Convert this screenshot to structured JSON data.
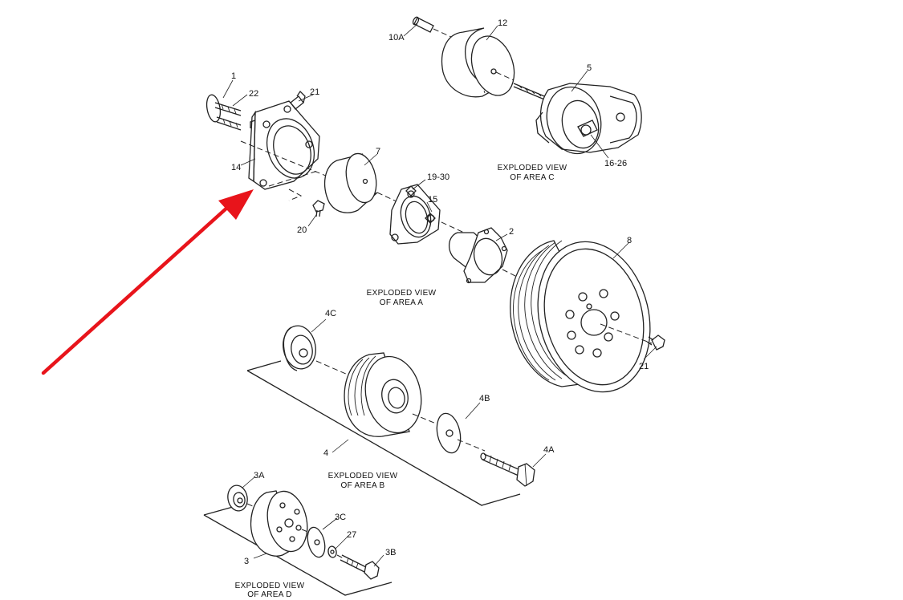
{
  "callouts": {
    "c10a": "10A",
    "c12": "12",
    "c5": "5",
    "c1626": "16-26",
    "c1": "1",
    "c22": "22",
    "c21a": "21",
    "c14": "14",
    "c7": "7",
    "c1930": "19-30",
    "c15": "15",
    "c20": "20",
    "c2": "2",
    "c8": "8",
    "c21b": "21",
    "c4c": "4C",
    "c4b": "4B",
    "c4": "4",
    "c4a": "4A",
    "c3a": "3A",
    "c3c": "3C",
    "c27": "27",
    "c3": "3",
    "c3b": "3B"
  },
  "captions": {
    "area_c": [
      "EXPLODED  VIEW",
      "OF AREA C"
    ],
    "area_a": [
      "EXPLODED  VIEW",
      "OF AREA  A"
    ],
    "area_b": [
      "EXPLODED  VIEW",
      "OF AREA B"
    ],
    "area_d": [
      "EXPLODED  VIEW",
      "OF AREA D"
    ]
  },
  "colors": {
    "arrow": "#e8141b",
    "line": "#222222"
  }
}
